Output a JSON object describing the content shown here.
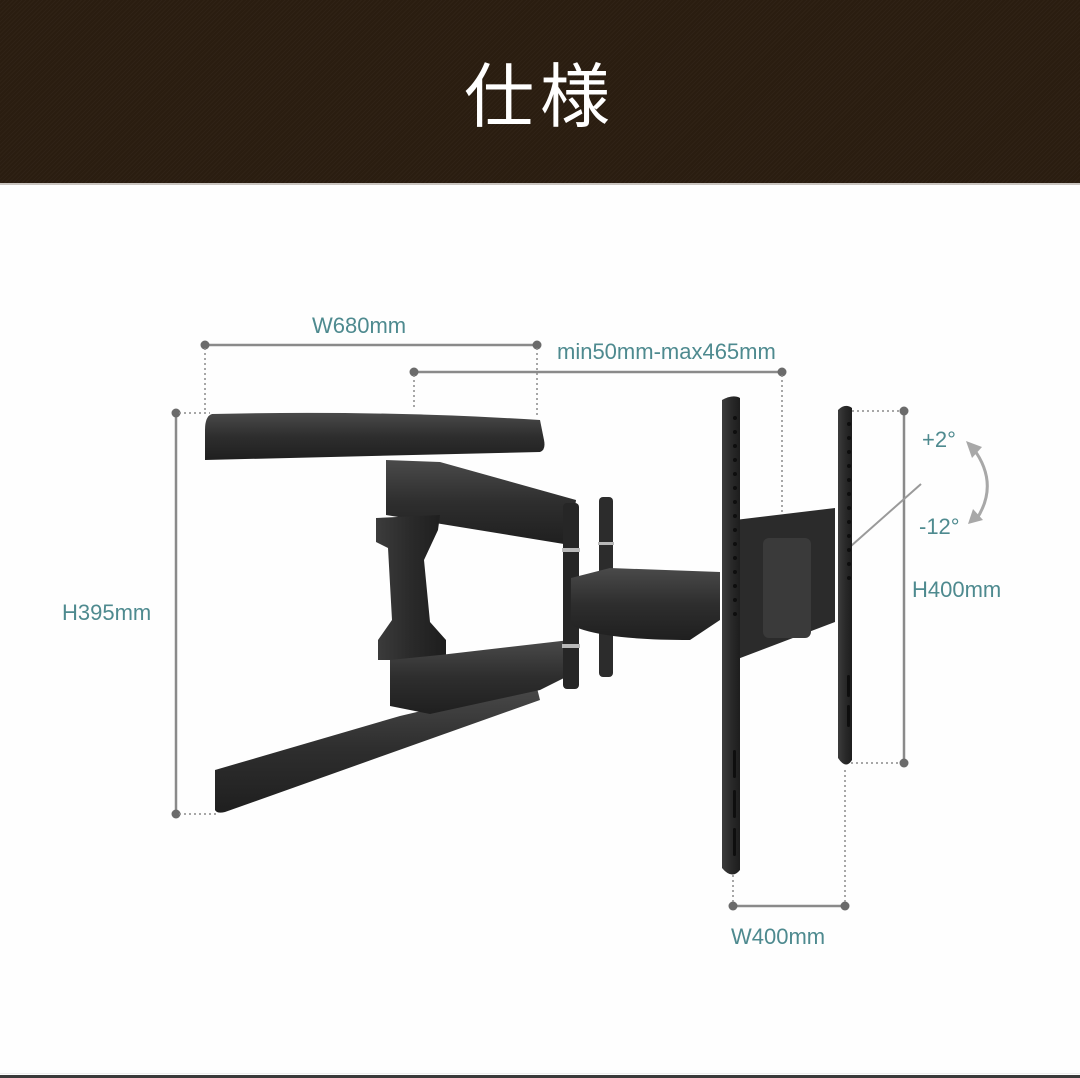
{
  "header": {
    "title": "仕様",
    "background_color": "#2a1d10",
    "text_color": "#ffffff"
  },
  "diagram": {
    "subject": "full-motion TV wall mount bracket",
    "label_color": "#4e8a8f",
    "line_color": "#8a8a8a",
    "dimensions": {
      "arm_width": "W680mm",
      "extension": "min50mm-max465mm",
      "wall_plate_height": "H395mm",
      "vesa_height": "H400mm",
      "vesa_width": "W400mm"
    },
    "tilt": {
      "up": "+2°",
      "down": "-12°"
    }
  }
}
